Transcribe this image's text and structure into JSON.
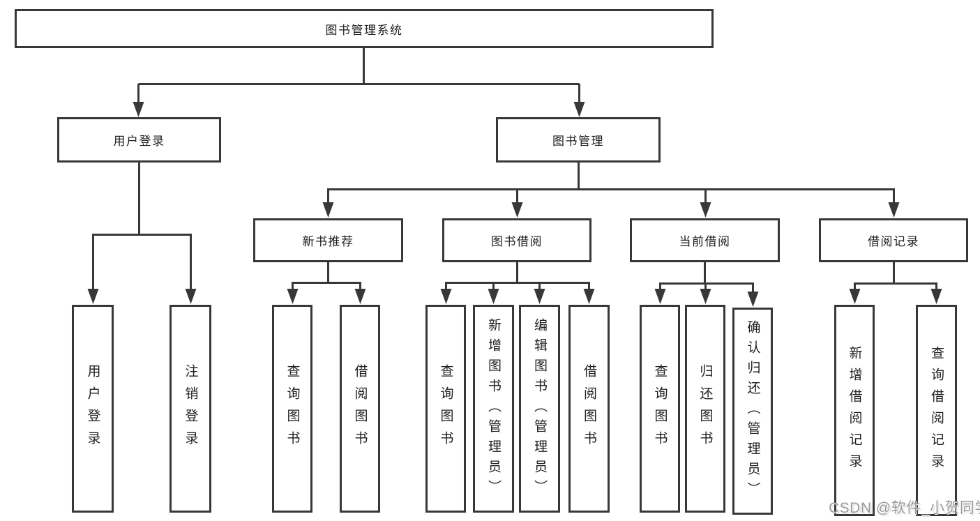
{
  "nodes": {
    "root": "图书管理系统",
    "user_login": "用户登录",
    "book_mgmt": "图书管理",
    "new_book": "新书推荐",
    "book_borrow": "图书借阅",
    "current_borrow": "当前借阅",
    "borrow_record": "借阅记录"
  },
  "leaves": {
    "user_login": [
      "用户登录",
      "注销登录"
    ],
    "new_book": [
      "查询图书",
      "借阅图书"
    ],
    "book_borrow": [
      "查询图书",
      "新增图书（管理员）",
      "编辑图书（管理员）",
      "借阅图书"
    ],
    "current_borrow": [
      "查询图书",
      "归还图书",
      "确认归还（管理员）"
    ],
    "borrow_record": [
      "新增借阅记录",
      "查询借阅记录"
    ]
  },
  "watermark": "CSDN @软件_小贺同学",
  "colors": {
    "line": "#383838",
    "text": "#1e1e1e",
    "watermark_gray": "#9b9b9b",
    "background": "#ffffff"
  }
}
